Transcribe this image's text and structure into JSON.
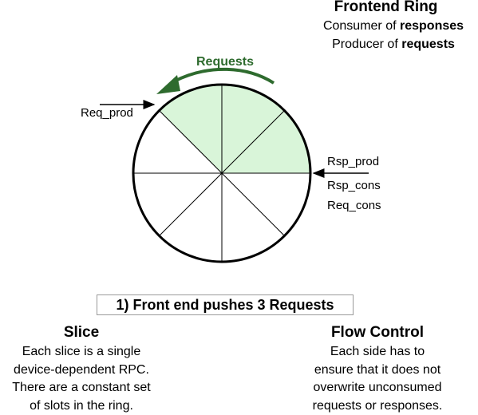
{
  "ring": {
    "title": "Frontend Ring",
    "role_line1": {
      "prefix": "Consumer of ",
      "bold": "responses"
    },
    "role_line2": {
      "prefix": "Producer of ",
      "bold": "requests"
    },
    "slots": 8,
    "filled_slots": 3,
    "fill_color": "#d9f5d9",
    "arrow_color": "#2e6b2e"
  },
  "labels": {
    "requests": "Requests",
    "req_prod": "Req_prod",
    "rsp_prod": "Rsp_prod",
    "rsp_cons": "Rsp_cons",
    "req_cons": "Req_cons"
  },
  "caption": "1) Front end pushes 3 Requests",
  "slice": {
    "title": "Slice",
    "lines": [
      "Each slice is a single",
      "device-dependent RPC.",
      "There are a constant set",
      "of slots in the ring."
    ]
  },
  "flow_control": {
    "title": "Flow Control",
    "lines": [
      "Each side has to",
      "ensure that it does not",
      "overwrite unconsumed",
      "requests or responses."
    ]
  }
}
